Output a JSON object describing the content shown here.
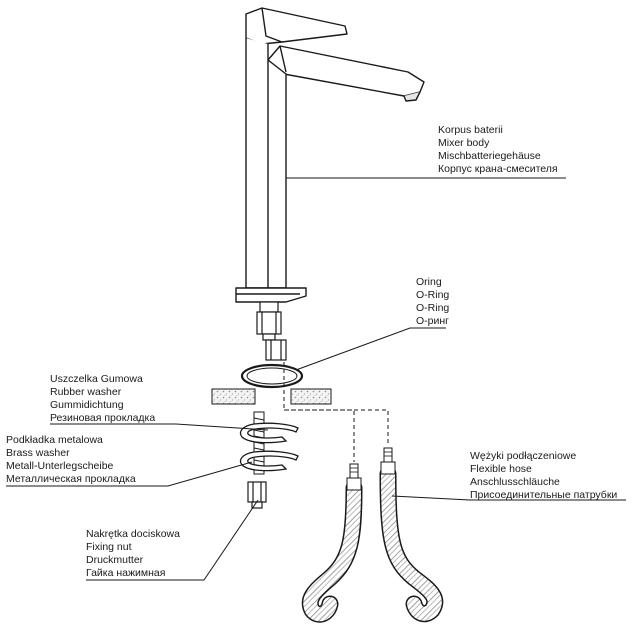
{
  "labels": {
    "mixer_body": [
      "Korpus baterii",
      "Mixer body",
      "Mischbatteriegehäuse",
      "Корпус крана-смесителя"
    ],
    "oring": [
      "Oring",
      "O-Ring",
      "O-Ring",
      "O-ринг"
    ],
    "rubber_washer": [
      "Uszczelka Gumowa",
      "Rubber washer",
      "Gummidichtung",
      "Резиновая прокладка"
    ],
    "brass_washer": [
      "Podkładka metalowa",
      "Brass washer",
      "Metall-Unterlegscheibe",
      "Металлическая прокладка"
    ],
    "flexible_hose": [
      "Wężyki podłączeniowe",
      "Flexible hose",
      "Anschlusschläuche",
      "Присоединительные патрубки"
    ],
    "fixing_nut": [
      "Nakrętka dociskowa",
      "Fixing nut",
      "Druckmutter",
      "Гайка нажимная"
    ]
  },
  "colors": {
    "line": "#1a1a1a",
    "shade": "#d8d8d8",
    "texture": "#9a9a9a"
  }
}
